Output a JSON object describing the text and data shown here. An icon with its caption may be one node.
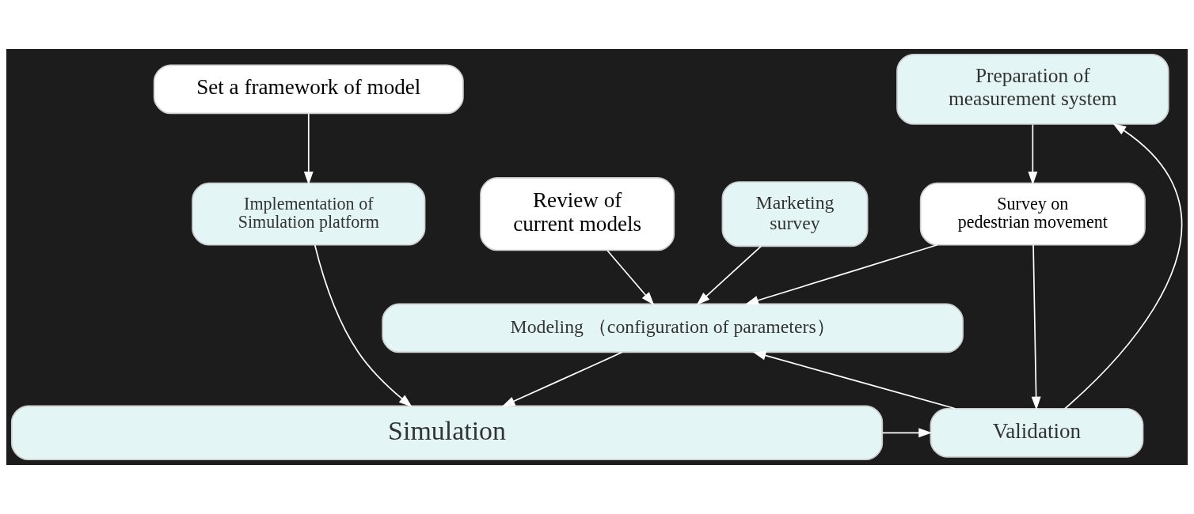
{
  "diagram": {
    "nodes": [
      {
        "text": [
          "Set a framework of model"
        ]
      },
      {
        "text": [
          "Implementation of Simulation platform"
        ]
      },
      {
        "text": [
          "Review of current models"
        ]
      },
      {
        "text": [
          "Marketing survey"
        ]
      },
      {
        "text": [
          "Preparation of measurement system"
        ]
      },
      {
        "text": [
          "Survey on pedestrian movement"
        ]
      },
      {
        "text": [
          "Modeling （configuration of parameters）"
        ]
      },
      {
        "text": [
          "Simulation"
        ]
      },
      {
        "text": [
          "Validation"
        ]
      }
    ],
    "edges": [
      {
        "from": 0,
        "to": 1,
        "arrow": "to"
      },
      {
        "from": 1,
        "to": 7,
        "arrow": "to"
      },
      {
        "from": 2,
        "to": 6,
        "arrow": "to"
      },
      {
        "from": 3,
        "to": 6,
        "arrow": "to"
      },
      {
        "from": 4,
        "to": 5,
        "arrow": "to"
      },
      {
        "from": 5,
        "to": 6,
        "arrow": "to"
      },
      {
        "from": 5,
        "to": 8,
        "arrow": "to"
      },
      {
        "from": 8,
        "to": 6,
        "arrow": "to"
      },
      {
        "from": 6,
        "to": 7,
        "arrow": "to"
      },
      {
        "from": 7,
        "to": 8,
        "arrow": "to"
      },
      {
        "from": 8,
        "to": 4,
        "arrow": "to"
      }
    ]
  }
}
